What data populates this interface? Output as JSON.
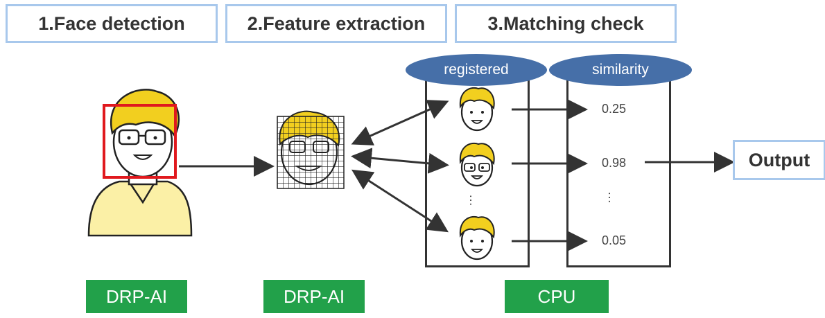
{
  "steps": [
    {
      "label": "1.Face detection"
    },
    {
      "label": "2.Feature extraction"
    },
    {
      "label": "3.Matching check"
    }
  ],
  "hardware": {
    "step1": "DRP-AI",
    "step2": "DRP-AI",
    "step3": "CPU"
  },
  "columns": {
    "registered": "registered",
    "similarity": "similarity"
  },
  "similarities": [
    "0.25",
    "0.98",
    "0.05"
  ],
  "output_label": "Output",
  "ellipsis": "…",
  "colors": {
    "step_border": "#a8c8ec",
    "hw_badge": "#22a14a",
    "column_label": "#466fa8",
    "detection_box": "#e0191e",
    "hair": "#f2cf1f",
    "shirt": "#fbf0a6"
  }
}
